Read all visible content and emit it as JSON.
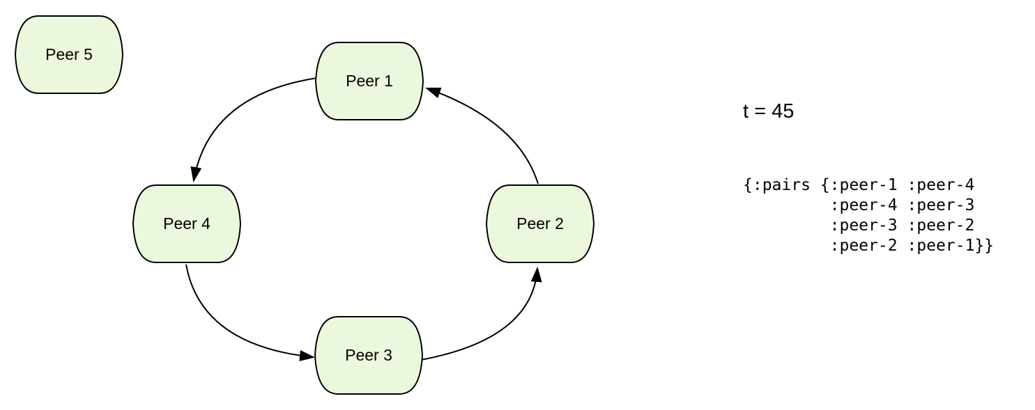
{
  "diagram": {
    "nodes": [
      {
        "id": "peer-5",
        "label": "Peer 5"
      },
      {
        "id": "peer-1",
        "label": "Peer 1"
      },
      {
        "id": "peer-2",
        "label": "Peer 2"
      },
      {
        "id": "peer-3",
        "label": "Peer 3"
      },
      {
        "id": "peer-4",
        "label": "Peer 4"
      }
    ],
    "edges": [
      {
        "from": "Peer 1",
        "to": "Peer 4"
      },
      {
        "from": "Peer 4",
        "to": "Peer 3"
      },
      {
        "from": "Peer 3",
        "to": "Peer 2"
      },
      {
        "from": "Peer 2",
        "to": "Peer 1"
      }
    ],
    "colors": {
      "node_fill": "#ecf8dd",
      "node_stroke": "#000000",
      "edge": "#000000"
    }
  },
  "panel": {
    "time_label": "t = 45",
    "code_lines": [
      "{:pairs {:peer-1 :peer-4",
      "         :peer-4 :peer-3",
      "         :peer-3 :peer-2",
      "         :peer-2 :peer-1}}"
    ]
  }
}
